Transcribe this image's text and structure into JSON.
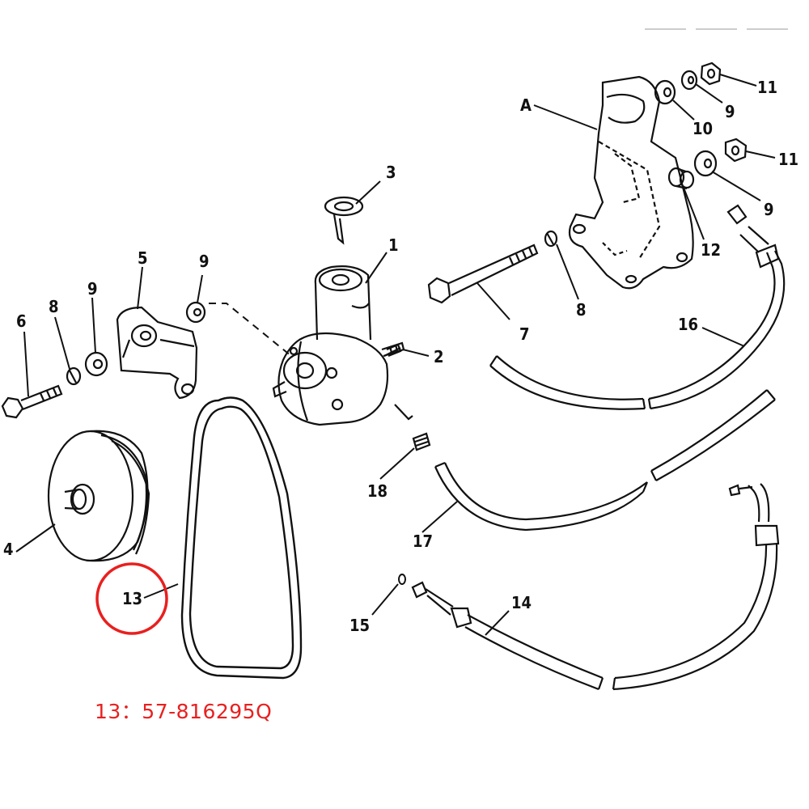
{
  "diagram": {
    "callouts": {
      "c1": "1",
      "c2": "2",
      "c3": "3",
      "c4": "4",
      "c5": "5",
      "c6": "6",
      "c7": "7",
      "c8a": "8",
      "c8b": "8",
      "c9a": "9",
      "c9b": "9",
      "c9c": "9",
      "c9d": "9",
      "c10": "10",
      "c11a": "11",
      "c11b": "11",
      "c12": "12",
      "c13": "13",
      "c14": "14",
      "c15": "15",
      "c16": "16",
      "c17": "17",
      "c18": "18",
      "cA": "A"
    },
    "highlight": {
      "part_number": "13：57-816295Q",
      "color": "#e8201f"
    }
  }
}
